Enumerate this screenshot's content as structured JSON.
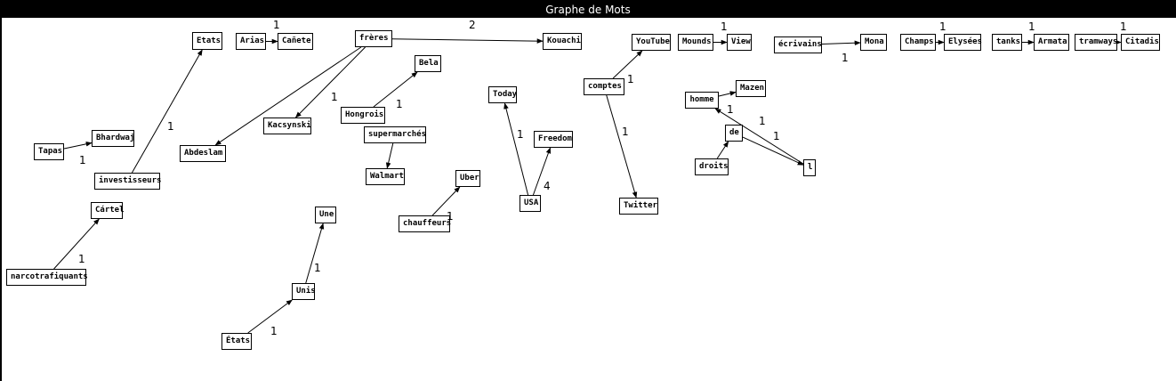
{
  "window": {
    "title": "Graphe de Mots"
  },
  "nodes": [
    {
      "id": "etats_top",
      "label": "Etats"
    },
    {
      "id": "arias",
      "label": "Arias"
    },
    {
      "id": "canete",
      "label": "Cañete"
    },
    {
      "id": "freres",
      "label": "frères"
    },
    {
      "id": "kouachi",
      "label": "Kouachi"
    },
    {
      "id": "youtube",
      "label": "YouTube"
    },
    {
      "id": "mounds",
      "label": "Mounds"
    },
    {
      "id": "view",
      "label": "View"
    },
    {
      "id": "ecrivains",
      "label": "écrivains"
    },
    {
      "id": "mona",
      "label": "Mona"
    },
    {
      "id": "champs",
      "label": "Champs"
    },
    {
      "id": "elysees",
      "label": "Elysées"
    },
    {
      "id": "tanks",
      "label": "tanks"
    },
    {
      "id": "armata",
      "label": "Armata"
    },
    {
      "id": "tramways",
      "label": "tramways"
    },
    {
      "id": "citadis",
      "label": "Citadis"
    },
    {
      "id": "bela",
      "label": "Bela"
    },
    {
      "id": "hongrois",
      "label": "Hongrois"
    },
    {
      "id": "kacsynski",
      "label": "Kacsynski"
    },
    {
      "id": "abdeslam",
      "label": "Abdeslam"
    },
    {
      "id": "tapas",
      "label": "Tapas"
    },
    {
      "id": "bhardwaj",
      "label": "Bhardwaj"
    },
    {
      "id": "investisseurs",
      "label": "investisseurs"
    },
    {
      "id": "cartel",
      "label": "Cártel"
    },
    {
      "id": "narco",
      "label": "narcotrafiquants"
    },
    {
      "id": "today",
      "label": "Today"
    },
    {
      "id": "freedom",
      "label": "Freedom"
    },
    {
      "id": "usa",
      "label": "USA"
    },
    {
      "id": "comptes",
      "label": "comptes"
    },
    {
      "id": "twitter",
      "label": "Twitter"
    },
    {
      "id": "homme",
      "label": "homme"
    },
    {
      "id": "mazen",
      "label": "Mazen"
    },
    {
      "id": "de",
      "label": "de"
    },
    {
      "id": "droits",
      "label": "droits"
    },
    {
      "id": "l",
      "label": "l"
    },
    {
      "id": "supermarches",
      "label": "supermarchés"
    },
    {
      "id": "walmart",
      "label": "Walmart"
    },
    {
      "id": "uber",
      "label": "Uber"
    },
    {
      "id": "chauffeurs",
      "label": "chauffeurs"
    },
    {
      "id": "une",
      "label": "Une"
    },
    {
      "id": "unis",
      "label": "Unis"
    },
    {
      "id": "etats_bottom",
      "label": "États"
    }
  ],
  "edges": [
    {
      "from": "arias",
      "to": "canete",
      "weight": "1"
    },
    {
      "from": "freres",
      "to": "kouachi",
      "weight": "2"
    },
    {
      "from": "mounds",
      "to": "view",
      "weight": "1"
    },
    {
      "from": "ecrivains",
      "to": "mona",
      "weight": "1"
    },
    {
      "from": "champs",
      "to": "elysees",
      "weight": "1"
    },
    {
      "from": "tanks",
      "to": "armata",
      "weight": "1"
    },
    {
      "from": "tramways",
      "to": "citadis",
      "weight": "1"
    },
    {
      "from": "investisseurs",
      "to": "etats_top",
      "weight": "1"
    },
    {
      "from": "tapas",
      "to": "bhardwaj",
      "weight": "1"
    },
    {
      "from": "freres",
      "to": "abdeslam",
      "weight": ""
    },
    {
      "from": "freres",
      "to": "kacsynski",
      "weight": "1"
    },
    {
      "from": "hongrois",
      "to": "bela",
      "weight": "1"
    },
    {
      "from": "narco",
      "to": "cartel",
      "weight": "1"
    },
    {
      "from": "usa",
      "to": "today",
      "weight": "1"
    },
    {
      "from": "usa",
      "to": "freedom",
      "weight": "4"
    },
    {
      "from": "comptes",
      "to": "youtube",
      "weight": "1"
    },
    {
      "from": "comptes",
      "to": "twitter",
      "weight": "1"
    },
    {
      "from": "homme",
      "to": "mazen",
      "weight": ""
    },
    {
      "from": "l",
      "to": "homme",
      "weight": "1"
    },
    {
      "from": "de",
      "to": "l",
      "weight": "1"
    },
    {
      "from": "droits",
      "to": "de",
      "weight": "1"
    },
    {
      "from": "supermarches",
      "to": "walmart",
      "weight": ""
    },
    {
      "from": "chauffeurs",
      "to": "uber",
      "weight": "1"
    },
    {
      "from": "unis",
      "to": "une",
      "weight": "1"
    },
    {
      "from": "etats_bottom",
      "to": "unis",
      "weight": "1"
    }
  ]
}
